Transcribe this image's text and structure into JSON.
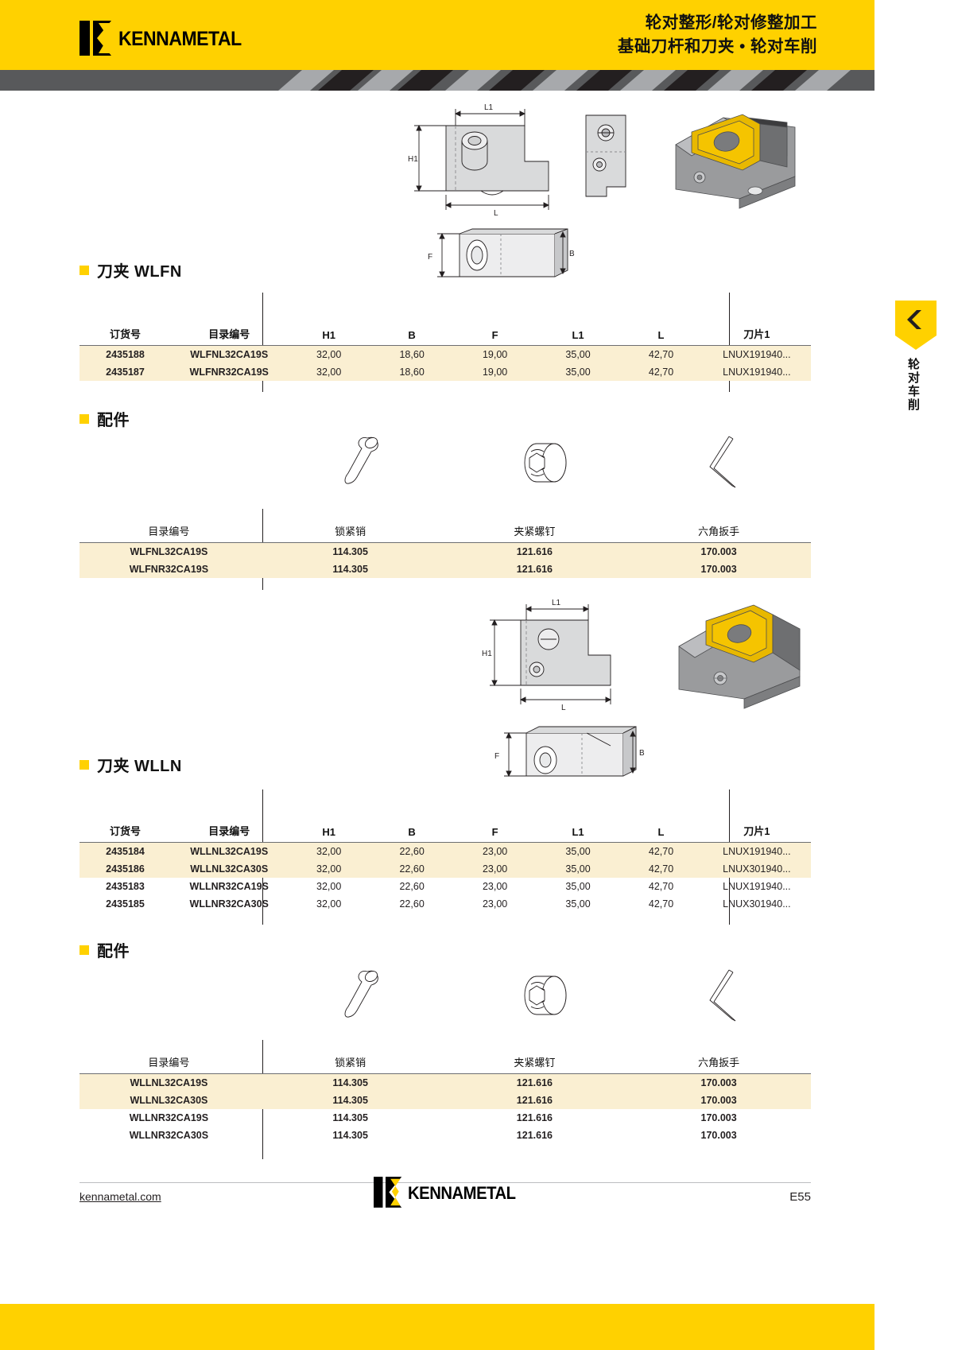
{
  "header": {
    "brand": "KENNAMETAL",
    "title_line1": "轮对整形/轮对修整加工",
    "title_line2": "基础刀杆和刀夹 • 轮对车削"
  },
  "side_tab": {
    "label": "轮对车削"
  },
  "sections": {
    "wlfn": {
      "title": "刀夹 WLFN"
    },
    "wlfn_acc": {
      "title": "配件"
    },
    "wlln": {
      "title": "刀夹 WLLN"
    },
    "wlln_acc": {
      "title": "配件"
    }
  },
  "spec_headers": {
    "order": "订货号",
    "catalog": "目录编号",
    "h1": "H1",
    "b": "B",
    "f": "F",
    "l1": "L1",
    "l": "L",
    "insert": "刀片1"
  },
  "acc_headers": {
    "catalog": "目录编号",
    "pin": "锁紧销",
    "screw": "夹紧螺钉",
    "wrench": "六角扳手"
  },
  "wlfn_rows": [
    {
      "order": "2435188",
      "catalog": "WLFNL32CA19S",
      "h1": "32,00",
      "b": "18,60",
      "f": "19,00",
      "l1": "35,00",
      "l": "42,70",
      "insert": "LNUX191940..."
    },
    {
      "order": "2435187",
      "catalog": "WLFNR32CA19S",
      "h1": "32,00",
      "b": "18,60",
      "f": "19,00",
      "l1": "35,00",
      "l": "42,70",
      "insert": "LNUX191940..."
    }
  ],
  "wlfn_acc_rows": [
    {
      "catalog": "WLFNL32CA19S",
      "pin": "114.305",
      "screw": "121.616",
      "wrench": "170.003"
    },
    {
      "catalog": "WLFNR32CA19S",
      "pin": "114.305",
      "screw": "121.616",
      "wrench": "170.003"
    }
  ],
  "wlln_rows": [
    {
      "order": "2435184",
      "catalog": "WLLNL32CA19S",
      "h1": "32,00",
      "b": "22,60",
      "f": "23,00",
      "l1": "35,00",
      "l": "42,70",
      "insert": "LNUX191940..."
    },
    {
      "order": "2435186",
      "catalog": "WLLNL32CA30S",
      "h1": "32,00",
      "b": "22,60",
      "f": "23,00",
      "l1": "35,00",
      "l": "42,70",
      "insert": "LNUX301940..."
    },
    {
      "order": "2435183",
      "catalog": "WLLNR32CA19S",
      "h1": "32,00",
      "b": "22,60",
      "f": "23,00",
      "l1": "35,00",
      "l": "42,70",
      "insert": "LNUX191940..."
    },
    {
      "order": "2435185",
      "catalog": "WLLNR32CA30S",
      "h1": "32,00",
      "b": "22,60",
      "f": "23,00",
      "l1": "35,00",
      "l": "42,70",
      "insert": "LNUX301940..."
    }
  ],
  "wlln_acc_rows": [
    {
      "catalog": "WLLNL32CA19S",
      "pin": "114.305",
      "screw": "121.616",
      "wrench": "170.003"
    },
    {
      "catalog": "WLLNL32CA30S",
      "pin": "114.305",
      "screw": "121.616",
      "wrench": "170.003"
    },
    {
      "catalog": "WLLNR32CA19S",
      "pin": "114.305",
      "screw": "121.616",
      "wrench": "170.003"
    },
    {
      "catalog": "WLLNR32CA30S",
      "pin": "114.305",
      "screw": "121.616",
      "wrench": "170.003"
    }
  ],
  "drawing_labels": {
    "l1": "L1",
    "l": "L",
    "h1": "H1",
    "b": "B",
    "f": "F"
  },
  "footer": {
    "url": "kennametal.com",
    "page": "E55",
    "brand": "KENNAMETAL"
  },
  "colors": {
    "brand_yellow": "#FFD100",
    "row_shade": "#FAEFD2",
    "rule": "#6d6e71"
  }
}
